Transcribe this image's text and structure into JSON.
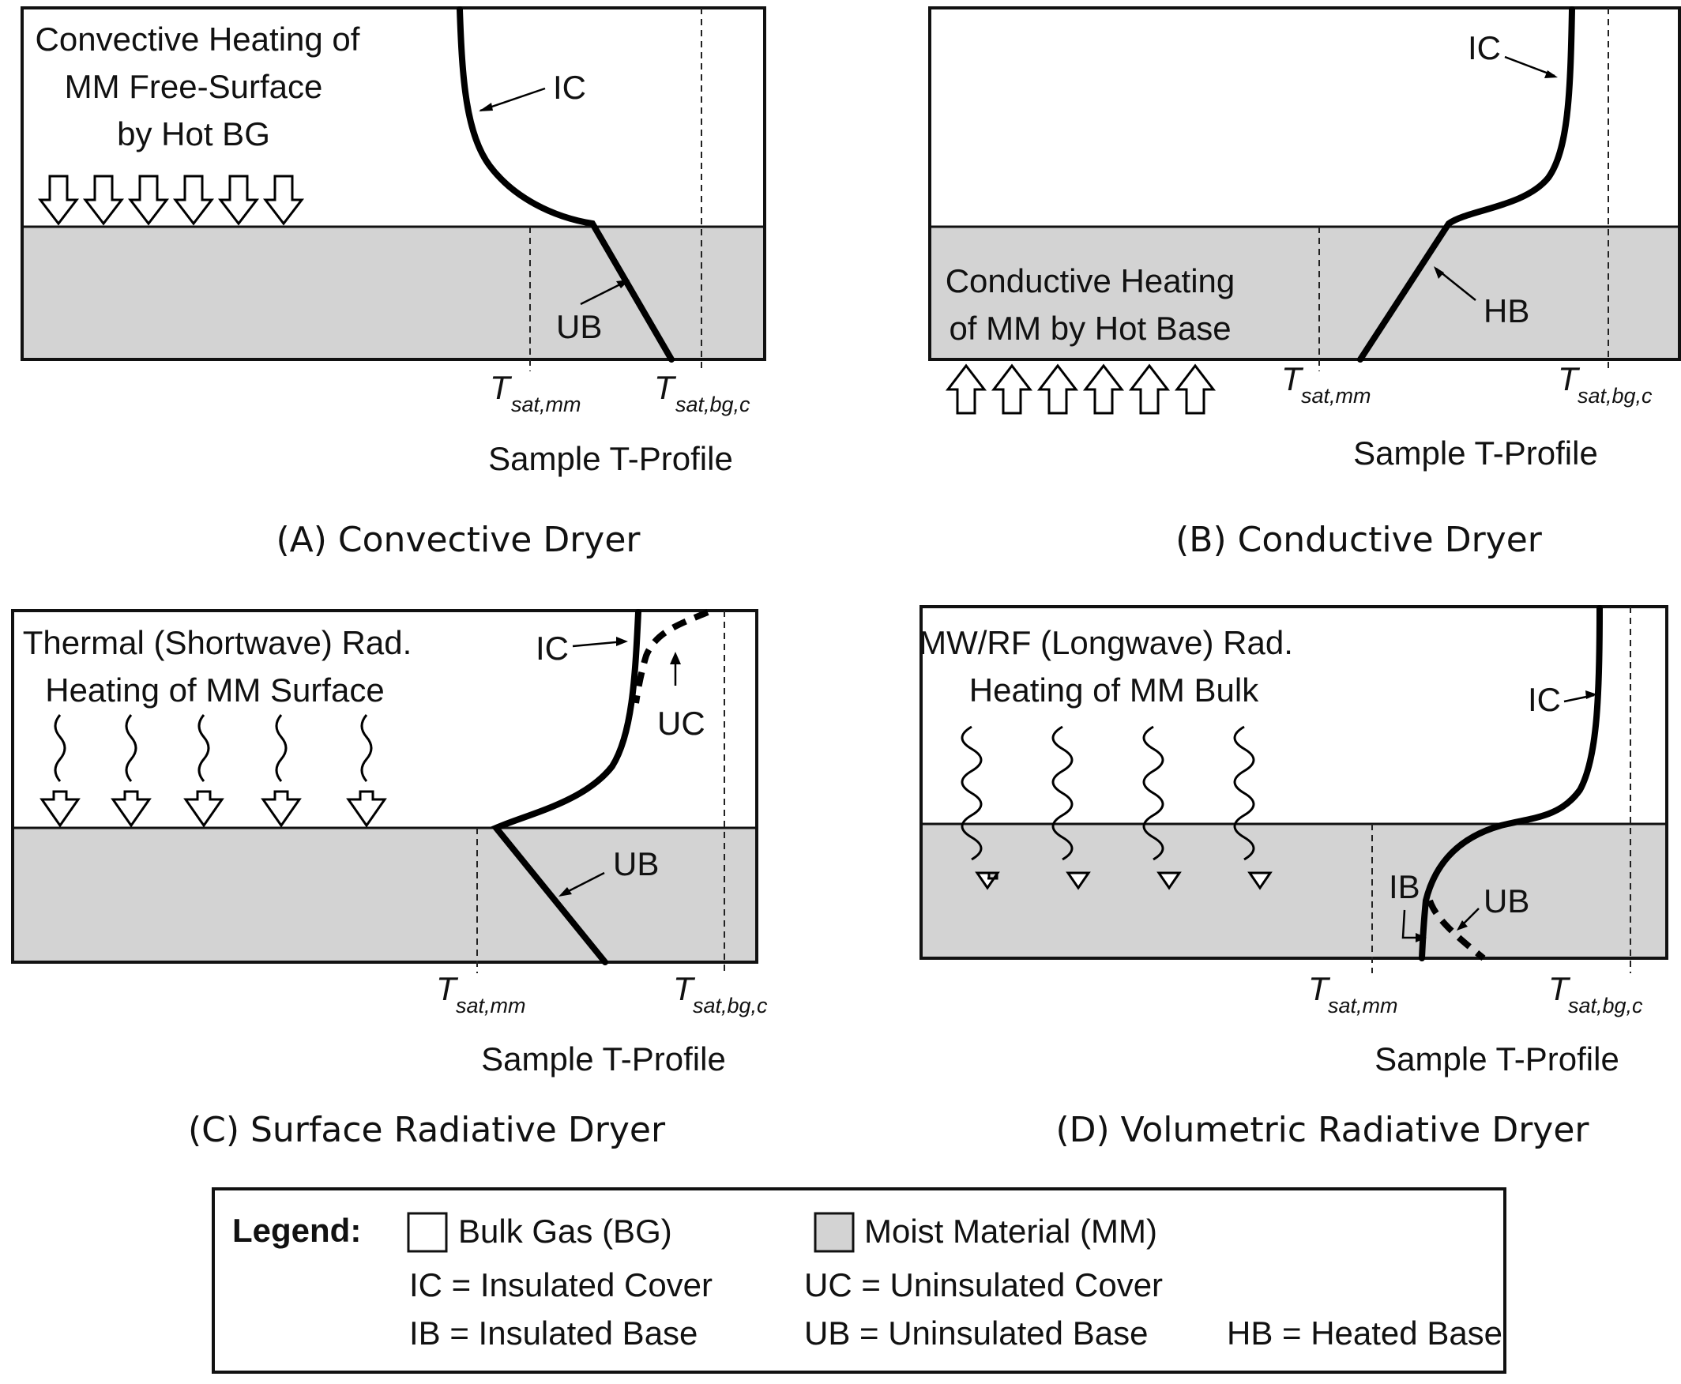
{
  "panel_a": {
    "heading": [
      "Convective Heating of",
      "MM Free-Surface",
      "by Hot BG"
    ],
    "ic": "IC",
    "ub": "UB",
    "caption": "(A) Convective Dryer"
  },
  "panel_b": {
    "heading": [
      "Conductive Heating",
      "of MM by Hot Base"
    ],
    "ic": "IC",
    "hb": "HB",
    "caption": "(B) Conductive Dryer"
  },
  "panel_c": {
    "heading": [
      "Thermal (Shortwave) Rad.",
      "Heating of MM Surface"
    ],
    "ic": "IC",
    "uc": "UC",
    "ub": "UB",
    "caption": "(C) Surface Radiative Dryer"
  },
  "panel_d": {
    "heading": [
      "MW/RF (Longwave) Rad.",
      "Heating of MM Bulk"
    ],
    "ic": "IC",
    "ib": "IB",
    "ub": "UB",
    "caption": "(D) Volumetric Radiative Dryer"
  },
  "axis": {
    "t_main": "T",
    "sat_mm_sub": "sat,mm",
    "sat_bg_sub": "sat,bg,c",
    "profile_label": "Sample T-Profile"
  },
  "legend": {
    "title": "Legend:",
    "bulk_gas": "Bulk Gas (BG)",
    "moist_material": "Moist Material (MM)",
    "ic_def": "IC = Insulated Cover",
    "uc_def": "UC = Uninsulated Cover",
    "ib_def": "IB = Insulated Base",
    "ub_def": "UB = Uninsulated Base",
    "hb_def": "HB = Heated Base"
  },
  "colors": {
    "moist_material_fill": "#d3d3d3",
    "bulk_gas_fill": "#ffffff",
    "line": "#000000"
  }
}
